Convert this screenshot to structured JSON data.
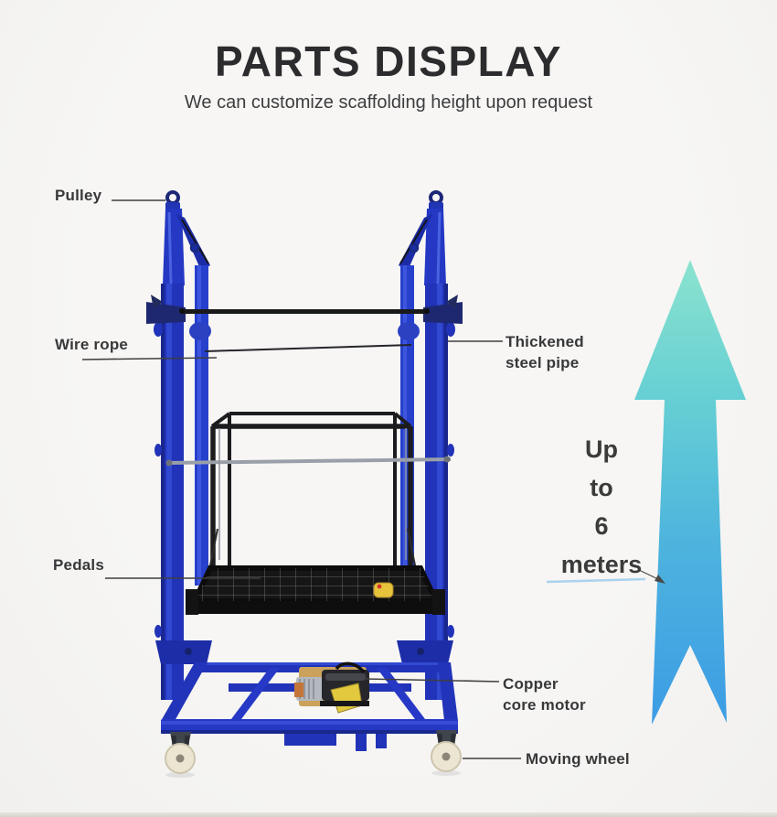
{
  "header": {
    "title": "PARTS DISPLAY",
    "subtitle": "We can customize scaffolding height upon request"
  },
  "part_labels": {
    "pulley": "Pulley",
    "wire_rope": "Wire rope",
    "thickened_steel_pipe": {
      "line1": "Thickened",
      "line2": "steel pipe"
    },
    "pedals": "Pedals",
    "copper_core_motor": {
      "line1": "Copper",
      "line2": "core motor"
    },
    "moving_wheel": "Moving wheel"
  },
  "height_callout": {
    "line1": "Up",
    "line2": "to",
    "line3": "6",
    "line4": "meters"
  },
  "colors": {
    "frame_blue": "#2438c4",
    "frame_blue_dark": "#1d2da8",
    "platform_black": "#161616",
    "arrow_gradient_top": "#8be3ce",
    "arrow_gradient_bottom": "#3d9ce5",
    "label_text": "#38383a",
    "background": "#f5f4f2"
  }
}
